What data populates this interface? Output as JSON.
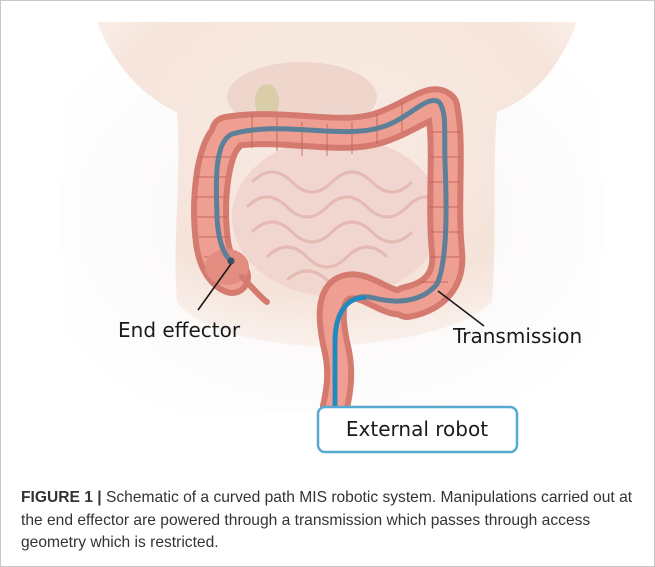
{
  "figure": {
    "labels": {
      "end_effector": "End effector",
      "transmission": "Transmission",
      "external_robot": "External robot"
    },
    "colors": {
      "colon": "#e9a093",
      "colon_dark": "#c9675c",
      "small_intestine": "#f1d3ce",
      "skin": "#f3ddd2",
      "transmission": "#5d7f98",
      "external_line": "#1a8bc4",
      "label_box_border": "#56a9cf"
    }
  },
  "caption": {
    "lead": "FIGURE 1 |",
    "text": "Schematic of a curved path MIS robotic system. Manipulations carried out at the end effector are powered through a transmission which passes through access geometry which is restricted."
  }
}
